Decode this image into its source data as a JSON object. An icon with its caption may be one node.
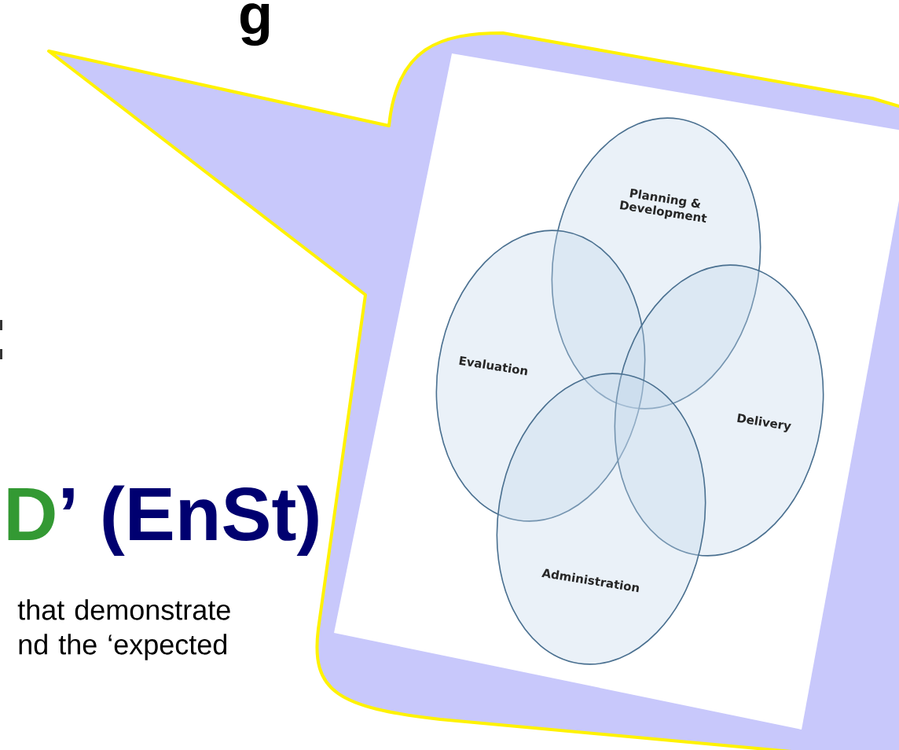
{
  "diagram": {
    "nodes": [
      {
        "text": [
          "Planning & Development"
        ]
      },
      {
        "text": [
          "Evaluation"
        ]
      },
      {
        "text": [
          "Delivery"
        ]
      },
      {
        "text": [
          "Administration"
        ]
      }
    ],
    "labels": [
      "g",
      "D",
      "’ (EnSt)",
      "that demonstrate nd the ‘expected"
    ]
  }
}
